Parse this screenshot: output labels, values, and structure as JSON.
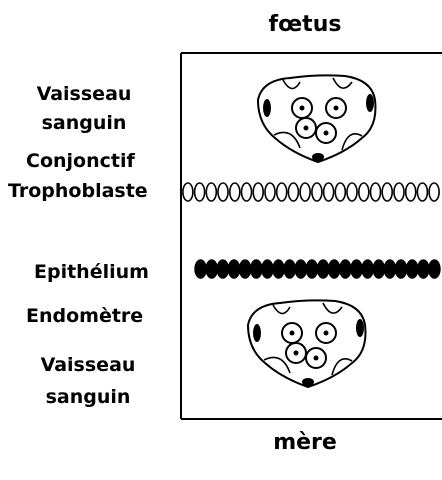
{
  "labels": {
    "top": "fœtus",
    "bottom": "mère",
    "vessel_top_line1": "Vaisseau",
    "vessel_top_line2": "sanguin",
    "connective": "Conjonctif",
    "trophoblast": "Trophoblaste",
    "epithelium": "Epithélium",
    "endometrium": "Endomètre",
    "vessel_bottom_line1": "Vaisseau",
    "vessel_bottom_line2": "sanguin"
  },
  "colors": {
    "ink": "#000000",
    "background": "#ffffff"
  },
  "layers": {
    "trophoblast_cell_count": 22,
    "epithelium_cell_count": 22
  }
}
